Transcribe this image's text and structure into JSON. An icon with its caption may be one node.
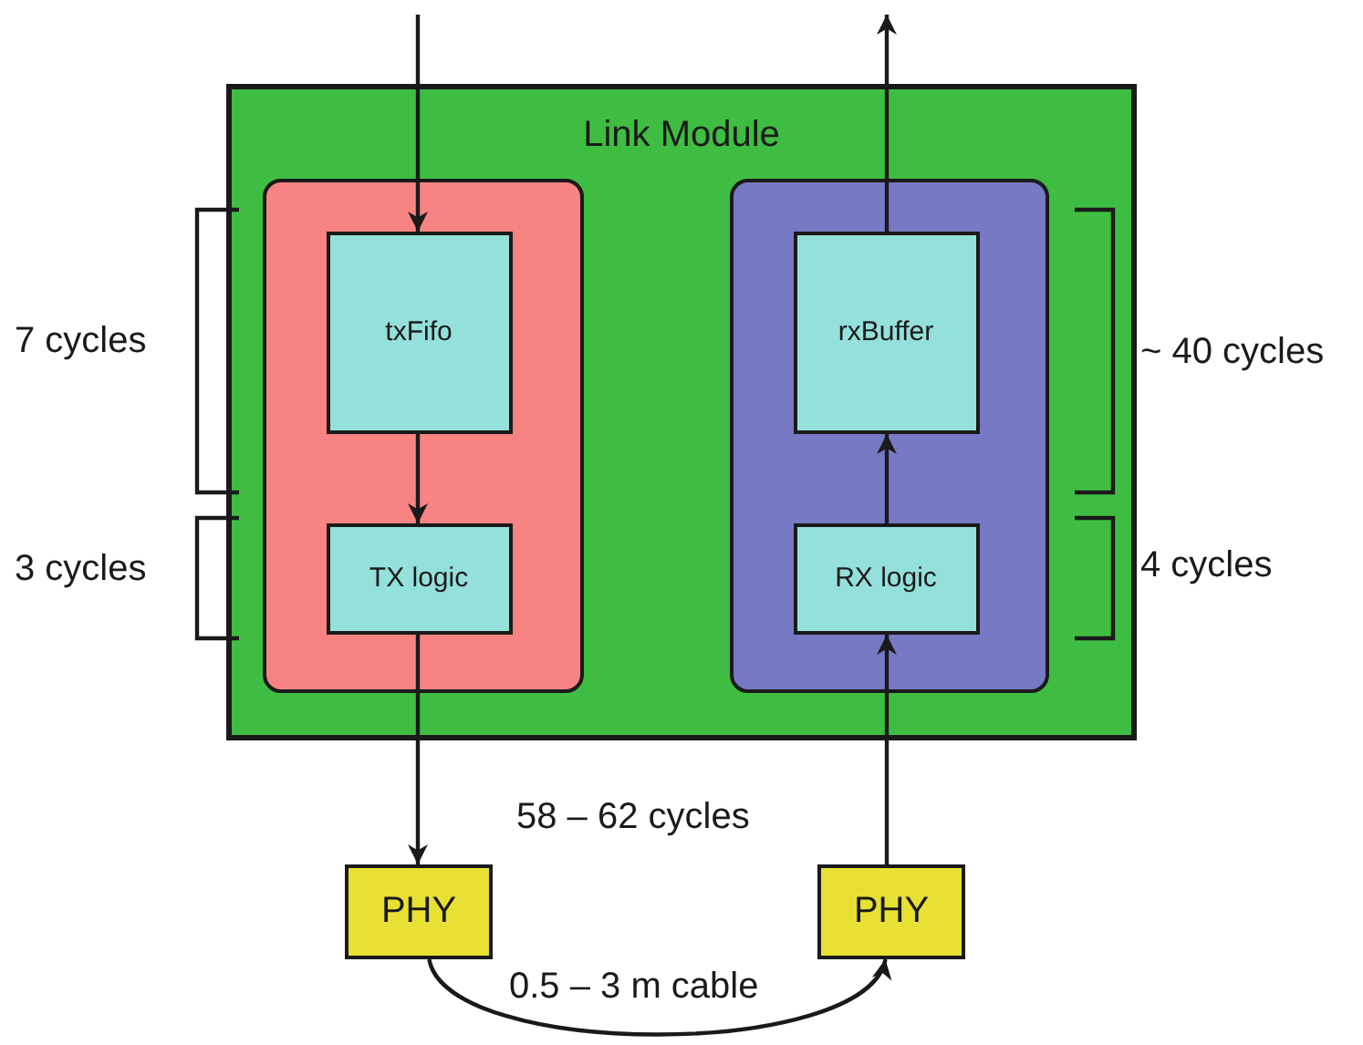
{
  "diagram": {
    "nodes": [
      {
        "text": [
          "Link Module"
        ]
      },
      {
        "text": [],
        "shape": "box",
        "in": 0
      },
      {
        "text": [
          "txFifo"
        ],
        "in": 1
      },
      {
        "text": [
          "TX logic"
        ],
        "in": 1
      },
      {
        "text": [],
        "shape": "box",
        "in": 0
      },
      {
        "text": [
          "rxBuffer"
        ],
        "in": 4
      },
      {
        "text": [
          "RX logic"
        ],
        "in": 4
      },
      {
        "text": [
          "PHY"
        ]
      },
      {
        "text": [
          "PHY"
        ]
      }
    ],
    "edges": [
      {
        "from": null,
        "to": 2,
        "arrow": "to"
      },
      {
        "from": 2,
        "to": 3,
        "arrow": "to"
      },
      {
        "from": 3,
        "to": 7,
        "arrow": "to"
      },
      {
        "from": 7,
        "to": 8,
        "arrow": "to",
        "label": "0.5 – 3 m cable"
      },
      {
        "from": 8,
        "to": 6,
        "arrow": "to"
      },
      {
        "from": 6,
        "to": 5,
        "arrow": "to"
      },
      {
        "from": 5,
        "to": null,
        "arrow": "to"
      }
    ],
    "labels": [
      "7 cycles",
      "3 cycles",
      "~ 40 cycles",
      "4 cycles",
      "58 – 62 cycles"
    ]
  }
}
